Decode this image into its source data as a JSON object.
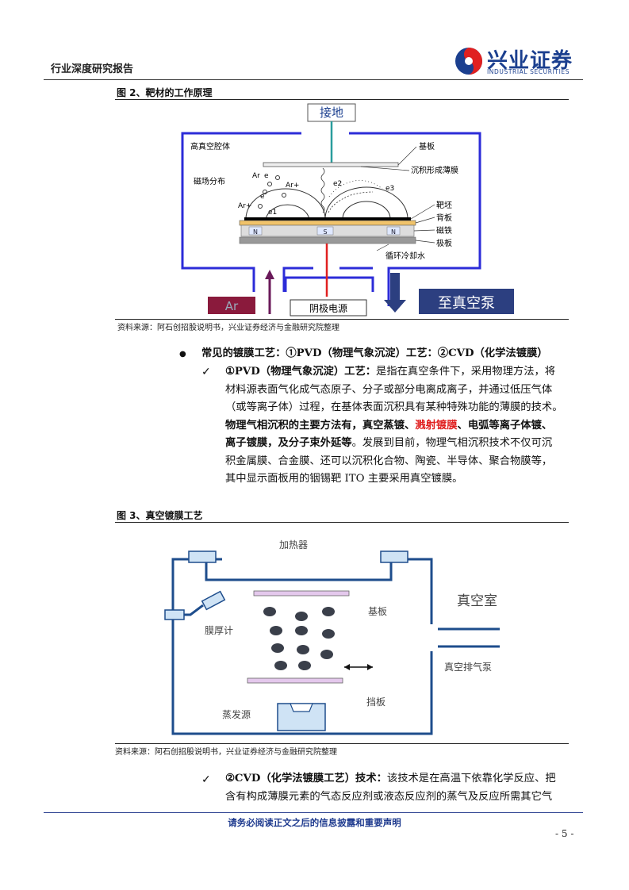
{
  "header": {
    "report_type": "行业深度研究报告",
    "logo_cn": "兴业证券",
    "logo_en": "INDUSTRIAL SECURITIES"
  },
  "figure2": {
    "title": "图 2、靶材的工作原理",
    "ground": "接地",
    "chamber": "高真空腔体",
    "substrate": "基板",
    "film": "沉积形成薄膜",
    "magnetic_field": "磁场分布",
    "ar": "Ar",
    "ar_plus": "Ar+",
    "e": "e",
    "e1": "e1",
    "e2": "e2",
    "e3": "e3",
    "target": "靶坯",
    "backplate": "背板",
    "magnet": "磁铁",
    "pole_plate": "极板",
    "cooling": "循环冷却水",
    "magnet_n": "N",
    "magnet_s": "S",
    "ar_inlet": "Ar",
    "cathode": "阴极电源",
    "pump": "至真空泵",
    "source": "资料来源：阿石创招股说明书，兴业证券经济与金融研究院整理"
  },
  "section": {
    "bullet_title": "常见的镀膜工艺：①PVD（物理气象沉淀）工艺：②CVD（化学法镀膜）",
    "pvd_head": "①PVD（物理气象沉淀）工艺：",
    "pvd_line1": "是指在真空条件下，采用物理方法，将",
    "pvd_line2": "材料源表面气化成气态原子、分子或部分电离成离子，并通过低压气体",
    "pvd_line3": "（或等离子体）过程，在基体表面沉积具有某种特殊功能的薄膜的技术。",
    "pvd_bold1": "物理气相沉积的主要方法有，真空蒸镀、",
    "pvd_red": "溅射镀膜",
    "pvd_bold2": "、电弧等离子体镀、",
    "pvd_bold3": "离子镀膜，及分子束外延等",
    "pvd_line5": "。发展到目前，物理气相沉积技术不仅可沉",
    "pvd_line6": "积金属膜、合金膜、还可以沉积化合物、陶瓷、半导体、聚合物膜等，",
    "pvd_line7": "其中显示面板用的铟锡靶 ITO 主要采用真空镀膜。"
  },
  "figure3": {
    "title": "图 3、真空镀膜工艺",
    "heater": "加热器",
    "substrate": "基板",
    "thickness_meter": "膜厚计",
    "vacuum_chamber": "真空室",
    "vacuum_pump": "真空排气泵",
    "shutter": "挡板",
    "evap_source": "蒸发源",
    "source": "资料来源：阿石创招股说明书，兴业证券经济与金融研究院整理"
  },
  "cvd": {
    "head": "②CVD（化学法镀膜工艺）技术：",
    "line1": "该技术是在高温下依靠化学反应、把",
    "line2": "含有构成薄膜元素的气态反应剂或液态反应剂的蒸气及反应所需其它气"
  },
  "footer": {
    "disclaimer": "请务必阅读正文之后的信息披露和重要声明",
    "page": "- 5 -"
  },
  "colors": {
    "brand_blue": "#1b3f8f",
    "chamber_blue": "#2c2cd8",
    "red": "#e02020"
  }
}
